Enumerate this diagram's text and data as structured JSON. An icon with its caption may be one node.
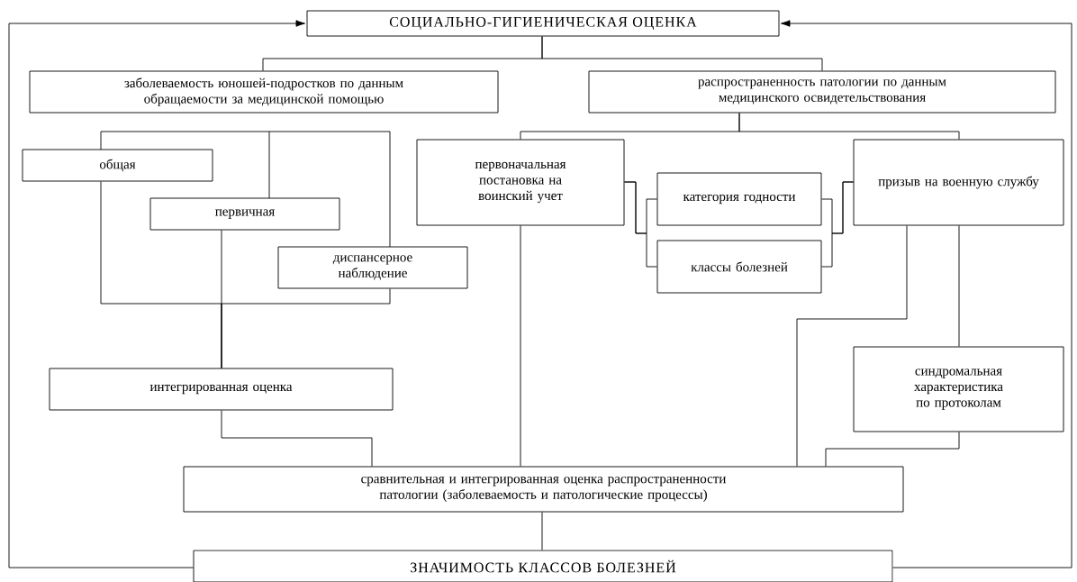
{
  "diagram": {
    "nodes": [
      {
        "text": [
          "СОЦИАЛЬНО-ГИГИЕНИЧЕСКАЯ ОЦЕНКА"
        ]
      },
      {
        "text": [
          "заболеваемость юношей-подростков по данным обращаемости за медицинской помощью"
        ]
      },
      {
        "text": [
          "распространенность патологии по данным медицинского освидетельствования"
        ]
      },
      {
        "text": [
          "общая"
        ]
      },
      {
        "text": [
          "первичная"
        ]
      },
      {
        "text": [
          "диспансерное наблюдение"
        ]
      },
      {
        "text": [
          "первоначальная постановка на воинский учет"
        ]
      },
      {
        "text": [
          "категория годности"
        ]
      },
      {
        "text": [
          "классы болезней"
        ]
      },
      {
        "text": [
          "призыв на военную службу"
        ]
      },
      {
        "text": [
          "интегрированная оценка"
        ]
      },
      {
        "text": [
          "синдромальная характеристика по протоколам"
        ]
      },
      {
        "text": [
          "сравнительная и интегрированная оценка распространенности патологии (заболеваемость и патологические процессы)"
        ]
      },
      {
        "text": [
          "ЗНАЧИМОСТЬ КЛАССОВ БОЛЕЗНЕЙ"
        ]
      }
    ],
    "edges": [
      {
        "from": 0,
        "to": 1,
        "arrow": "none"
      },
      {
        "from": 0,
        "to": 2,
        "arrow": "none"
      },
      {
        "from": 2,
        "to": 6,
        "arrow": "none"
      },
      {
        "from": 2,
        "to": 9,
        "arrow": "none"
      },
      {
        "from": 6,
        "to": 7,
        "arrow": "none"
      },
      {
        "from": 6,
        "to": 8,
        "arrow": "none"
      },
      {
        "from": 7,
        "to": 9,
        "arrow": "none"
      },
      {
        "from": 8,
        "to": 9,
        "arrow": "none"
      },
      {
        "from": 3,
        "to": 10,
        "arrow": "none"
      },
      {
        "from": 4,
        "to": 10,
        "arrow": "none"
      },
      {
        "from": 5,
        "to": 10,
        "arrow": "none"
      },
      {
        "from": 9,
        "to": 11,
        "arrow": "none"
      },
      {
        "from": 10,
        "to": 12,
        "arrow": "none"
      },
      {
        "from": 6,
        "to": 12,
        "arrow": "none"
      },
      {
        "from": 9,
        "to": 12,
        "arrow": "none"
      },
      {
        "from": 11,
        "to": 12,
        "arrow": "none"
      },
      {
        "from": 12,
        "to": 13,
        "arrow": "none"
      },
      {
        "from": 13,
        "to": 0,
        "arrow": "to"
      },
      {
        "from": 13,
        "to": 0,
        "arrow": "to"
      }
    ]
  }
}
